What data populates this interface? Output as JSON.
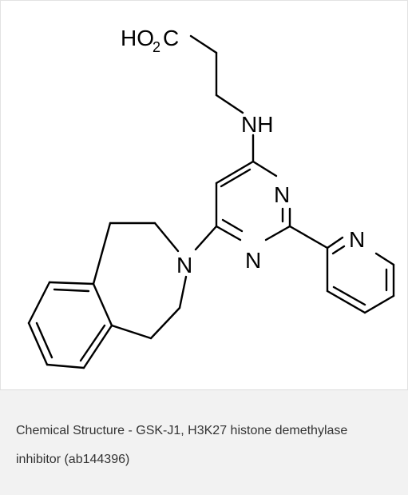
{
  "structure": {
    "atoms": {
      "carboxyl_ho": "HO",
      "carboxyl_sub": "2",
      "carboxyl_c": "C",
      "amine": "NH",
      "pyrimidine_n_top": "N",
      "pyrimidine_n_bottom": "N",
      "azepine_n": "N",
      "pyridine_n": "N"
    }
  },
  "caption": {
    "text": "Chemical Structure - GSK-J1, H3K27 histone demethylase inhibitor (ab144396)"
  },
  "colors": {
    "caption_background": "#f2f2f2",
    "caption_text": "#333333",
    "bonds": "#000000"
  }
}
